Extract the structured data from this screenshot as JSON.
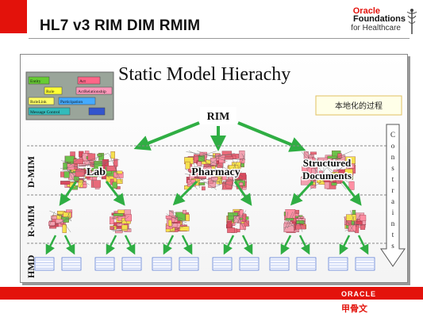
{
  "slide": {
    "title": "HL7 v3 RIM DIM RMIM",
    "logo": {
      "brand": "Oracle",
      "line1": "Foundations",
      "line2": "for Healthcare"
    },
    "footer": {
      "brand": "ORACLE",
      "cn": "甲骨文"
    }
  },
  "diagram": {
    "heading": "Static Model Hierachy",
    "root": "RIM",
    "callout": "本地化的过程",
    "constraints": "Constraints",
    "levels": [
      "D-MIM",
      "R-MIM",
      "HMD"
    ],
    "dmim": [
      "Lab",
      "Pharmacy",
      "Structured Documents"
    ],
    "legend": [
      {
        "label": "Entity",
        "color": "#66cc33"
      },
      {
        "label": "Act",
        "color": "#ff6688"
      },
      {
        "label": "Role",
        "color": "#ffff33"
      },
      {
        "label": "ActRelationship",
        "color": "#ff99bb"
      },
      {
        "label": "RoleLink",
        "color": "#ffff66"
      },
      {
        "label": "Participation",
        "color": "#44aaff"
      },
      {
        "label": "Message Control",
        "color": "#33bbbb"
      },
      {
        "label": "",
        "color": "#3355cc"
      }
    ],
    "colors": {
      "arrow": "#2fae43",
      "panel_border": "#888888",
      "brand_red": "#e3120b"
    }
  }
}
